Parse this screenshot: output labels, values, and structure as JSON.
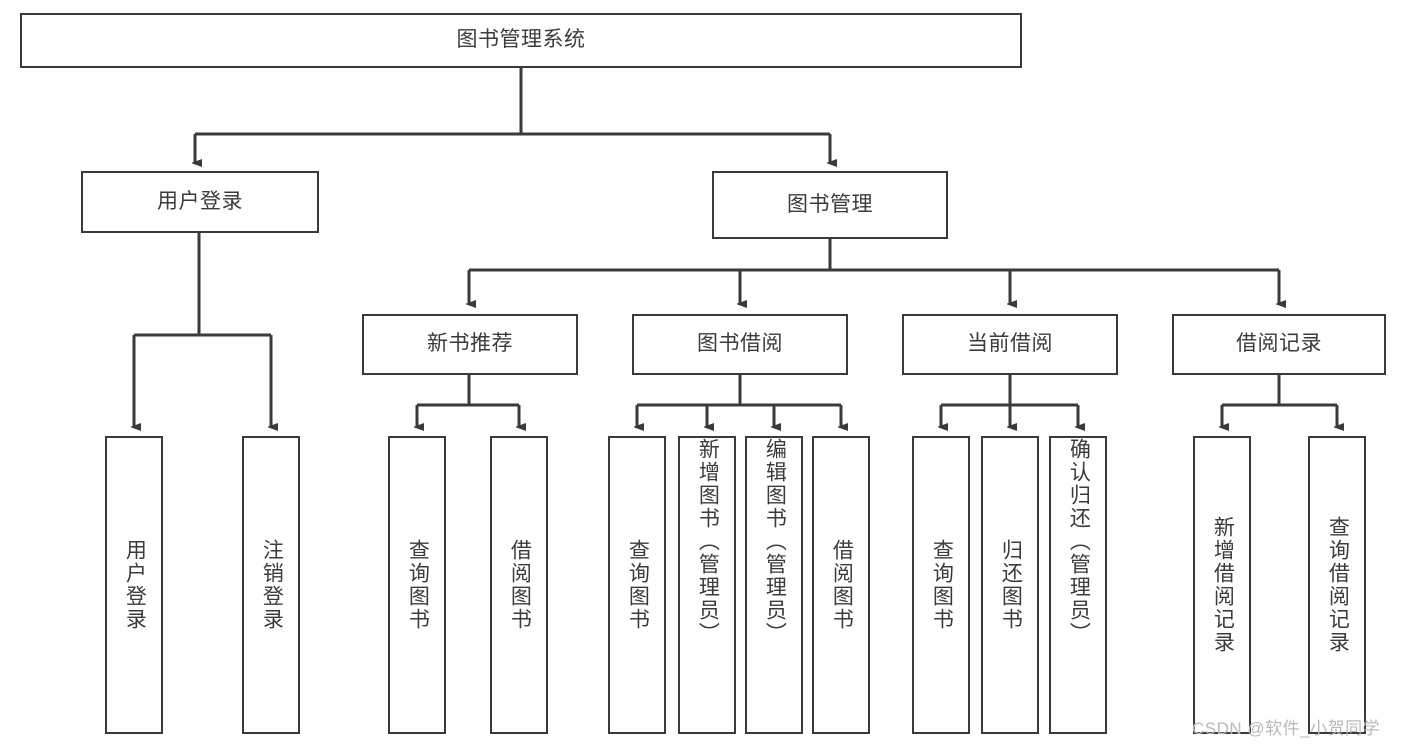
{
  "diagram": {
    "type": "tree-hierarchy",
    "title": "图书管理系统",
    "stroke_color": "#3a3a3a",
    "text_color": "#3b3b3b",
    "background_color": "#ffffff",
    "levels": [
      {
        "level": 0,
        "nodes": [
          {
            "id": "root",
            "label": "图书管理系统",
            "orientation": "horizontal"
          }
        ]
      },
      {
        "level": 1,
        "nodes": [
          {
            "id": "login",
            "label": "用户登录",
            "orientation": "horizontal",
            "parent": "root"
          },
          {
            "id": "bookmgmt",
            "label": "图书管理",
            "orientation": "horizontal",
            "parent": "root"
          }
        ]
      },
      {
        "level": 2,
        "nodes": [
          {
            "id": "newbook",
            "label": "新书推荐",
            "orientation": "horizontal",
            "parent": "bookmgmt"
          },
          {
            "id": "borrow",
            "label": "图书借阅",
            "orientation": "horizontal",
            "parent": "bookmgmt"
          },
          {
            "id": "current",
            "label": "当前借阅",
            "orientation": "horizontal",
            "parent": "bookmgmt"
          },
          {
            "id": "records",
            "label": "借阅记录",
            "orientation": "horizontal",
            "parent": "bookmgmt"
          }
        ]
      },
      {
        "level": 3,
        "nodes": [
          {
            "id": "leaf1",
            "label": "用户登录",
            "orientation": "vertical",
            "parent": "login"
          },
          {
            "id": "leaf2",
            "label": "注销登录",
            "orientation": "vertical",
            "parent": "login"
          },
          {
            "id": "leaf3",
            "label": "查询图书",
            "orientation": "vertical",
            "parent": "newbook"
          },
          {
            "id": "leaf4",
            "label": "借阅图书",
            "orientation": "vertical",
            "parent": "newbook"
          },
          {
            "id": "leaf5",
            "label": "查询图书",
            "orientation": "vertical",
            "parent": "borrow"
          },
          {
            "id": "leaf6",
            "label": "新增图书（管理员）",
            "orientation": "vertical",
            "parent": "borrow"
          },
          {
            "id": "leaf7",
            "label": "编辑图书（管理员）",
            "orientation": "vertical",
            "parent": "borrow"
          },
          {
            "id": "leaf8",
            "label": "借阅图书",
            "orientation": "vertical",
            "parent": "borrow"
          },
          {
            "id": "leaf9",
            "label": "查询图书",
            "orientation": "vertical",
            "parent": "current"
          },
          {
            "id": "leaf10",
            "label": "归还图书",
            "orientation": "vertical",
            "parent": "current"
          },
          {
            "id": "leaf11",
            "label": "确认归还（管理员）",
            "orientation": "vertical",
            "parent": "current"
          },
          {
            "id": "leaf12",
            "label": "新增借阅记录",
            "orientation": "vertical",
            "parent": "records"
          },
          {
            "id": "leaf13",
            "label": "查询借阅记录",
            "orientation": "vertical",
            "parent": "records"
          }
        ]
      }
    ]
  },
  "watermark": {
    "text": "CSDN @软件_小贺同学"
  }
}
